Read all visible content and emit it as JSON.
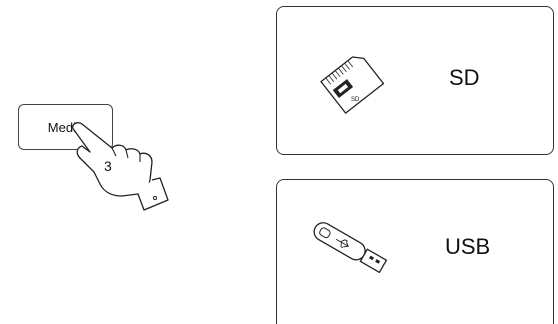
{
  "button": {
    "label": "Media"
  },
  "step": {
    "number": "3"
  },
  "screens": [
    {
      "title": "SD",
      "icon": "sd-card-icon",
      "icon_caption": "SD"
    },
    {
      "title": "USB",
      "icon": "usb-stick-icon"
    }
  ]
}
